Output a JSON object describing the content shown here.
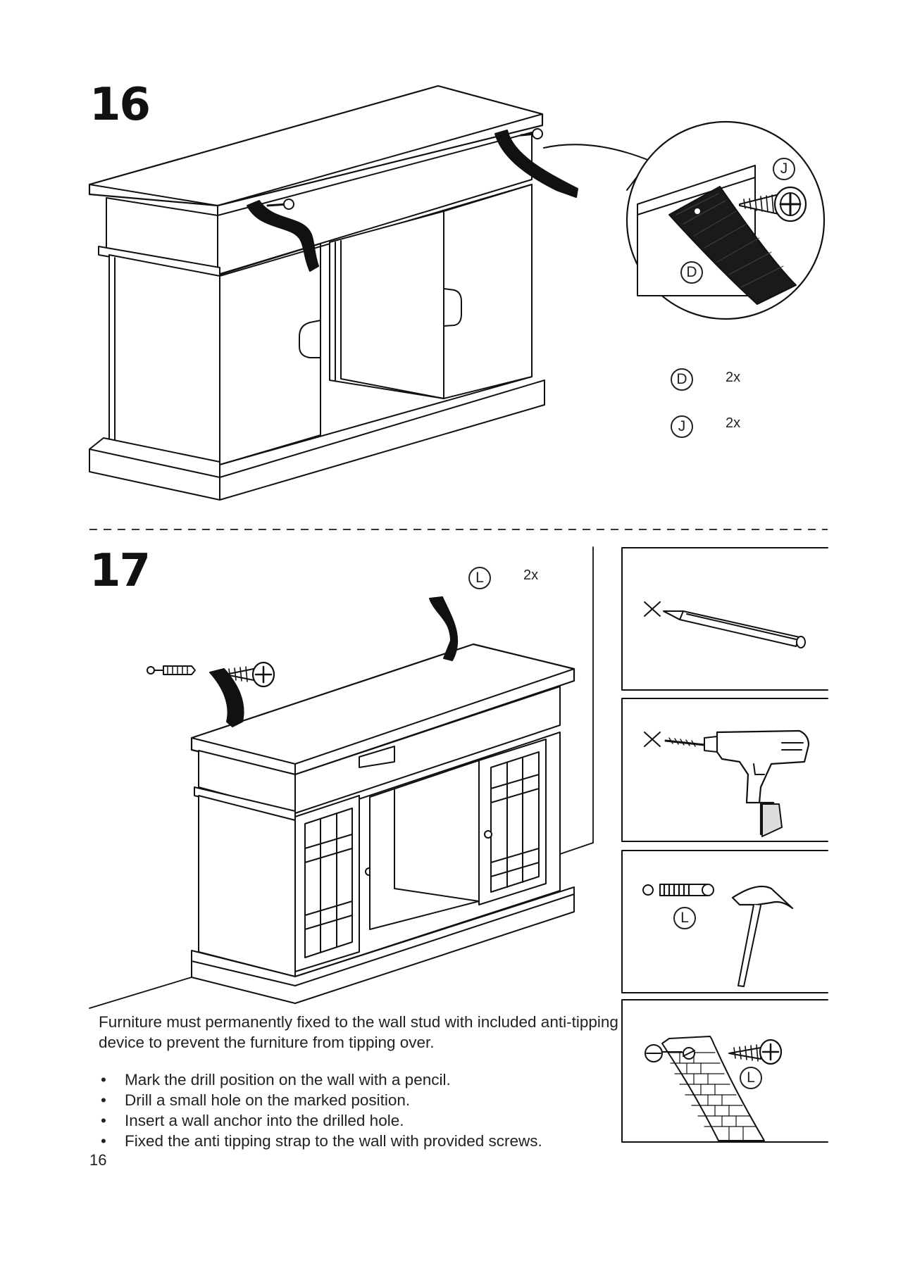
{
  "step16": {
    "number": "16",
    "callout_labels": {
      "strap": "D",
      "screw": "J"
    },
    "parts": [
      {
        "code": "D",
        "qty": "2x"
      },
      {
        "code": "J",
        "qty": "2x"
      }
    ]
  },
  "step17": {
    "number": "17",
    "parts": [
      {
        "code": "L",
        "qty": "2x"
      }
    ],
    "panel_labels": {
      "anchor": "L",
      "screw": "L"
    },
    "description": "Furniture must permanently fixed to the wall stud with included anti-tipping device to prevent the furniture from tipping over.",
    "bullets": [
      "Mark the drill position on the wall with a pencil.",
      "Drill a small hole on the marked position.",
      "Insert a wall anchor into the drilled hole.",
      "Fixed the anti tipping strap to the wall with provided screws."
    ]
  },
  "page_number": "16"
}
